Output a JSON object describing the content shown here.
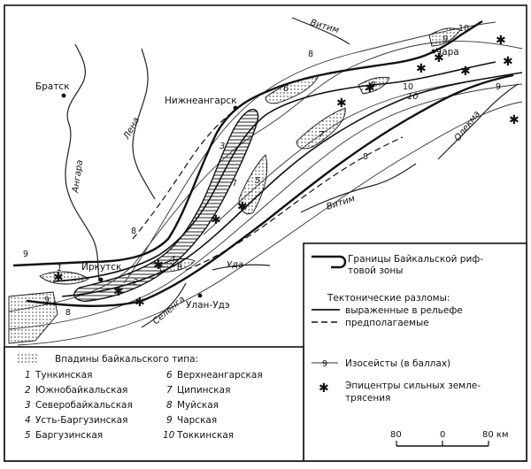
{
  "map": {
    "cities": {
      "bratsk": "Братск",
      "irkutsk": "Иркутск",
      "ulan_ude": "Улан-Удэ",
      "nizhneangarsk": "Нижнеангарск",
      "chara": "Чара"
    },
    "rivers": {
      "vitim_top": "Витим",
      "lena": "Лена",
      "angara": "Ангара",
      "vitim_mid": "Витим",
      "olekma": "Олекма",
      "uda": "Уда",
      "selenga": "Селенга"
    },
    "isoseismal_values": [
      "8",
      "9",
      "10",
      "8",
      "9",
      "10",
      "8",
      "9",
      "8",
      "7",
      "8"
    ],
    "basin_numbers": [
      "1",
      "2",
      "3",
      "4",
      "5",
      "6",
      "7",
      "8",
      "9",
      "10"
    ]
  },
  "legend_right": {
    "rift_boundary": "Границы Байкальской риф-товой зоны",
    "rift_boundary_line1": "Границы Байкальской риф-",
    "rift_boundary_line2": "товой зоны",
    "faults_title": "Тектонические разломы:",
    "faults_relief": "выраженные в рельефе",
    "faults_assumed": "предполагаемые",
    "isoseisms": "Изосейсты (в баллах)",
    "isoseisms_sample": "9",
    "epicenters_line1": "Эпицентры сильных земле-",
    "epicenters_line2": "трясения",
    "scale": {
      "left": "80",
      "mid": "0",
      "right": "80 км"
    }
  },
  "legend_left": {
    "title": "Впадины байкальского типа:",
    "items": [
      {
        "num": "1",
        "name": "Тункинская"
      },
      {
        "num": "2",
        "name": "Южнобайкальская"
      },
      {
        "num": "3",
        "name": "Северобайкальская"
      },
      {
        "num": "4",
        "name": "Усть-Баргузинская"
      },
      {
        "num": "5",
        "name": "Баргузинская"
      },
      {
        "num": "6",
        "name": "Верхнеангарская"
      },
      {
        "num": "7",
        "name": "Ципинская"
      },
      {
        "num": "8",
        "name": "Муйская"
      },
      {
        "num": "9",
        "name": "Чарская"
      },
      {
        "num": "10",
        "name": "Токкинская"
      }
    ]
  }
}
